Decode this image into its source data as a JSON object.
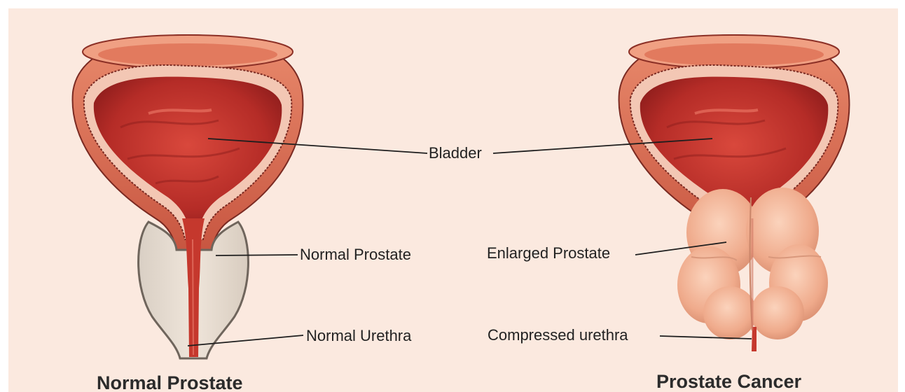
{
  "labels": {
    "bladder": "Bladder",
    "normal_prostate": "Normal Prostate",
    "normal_urethra": "Normal Urethra",
    "enlarged_prostate": "Enlarged Prostate",
    "compressed_urethra": "Compressed urethra"
  },
  "titles": {
    "left": "Normal Prostate",
    "right": "Prostate Cancer"
  },
  "colors": {
    "background": "#fbe9df",
    "bladder_wall": "#c8503f",
    "bladder_interior": "#b8302a",
    "normal_prostate": "#e6d8cc",
    "enlarged_prostate": "#f2b59a"
  }
}
